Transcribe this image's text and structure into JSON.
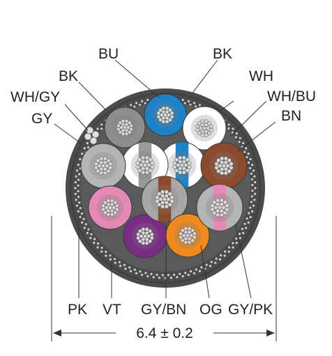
{
  "cores": [
    {
      "id": "bu",
      "label": "BU",
      "color": "#1e82c8",
      "stripe": null
    },
    {
      "id": "bk-top",
      "label": "BK",
      "color": "#8e8e8e",
      "stripe": null
    },
    {
      "id": "wh",
      "label": "WH",
      "color": "#ffffff",
      "stripe": null
    },
    {
      "id": "wh-bu",
      "label": "WH/BU",
      "color": "#ffffff",
      "stripe": "#1e82c8"
    },
    {
      "id": "bn",
      "label": "BN",
      "color": "#8b4a2c",
      "stripe": null
    },
    {
      "id": "bk-left",
      "label": "BK",
      "color": "#8e8e8e",
      "stripe": null
    },
    {
      "id": "wh-gy",
      "label": "WH/GY",
      "color": "#ffffff",
      "stripe": "#9a9a9a"
    },
    {
      "id": "gy",
      "label": "GY",
      "color": "#b5b5b5",
      "stripe": null
    },
    {
      "id": "pk",
      "label": "PK",
      "color": "#e58ab6",
      "stripe": null
    },
    {
      "id": "vt",
      "label": "VT",
      "color": "#7b2d86",
      "stripe": null
    },
    {
      "id": "gy-bn",
      "label": "GY/BN",
      "color": "#a8a8a8",
      "stripe": "#8b4a2c"
    },
    {
      "id": "og",
      "label": "OG",
      "color": "#f08a1e",
      "stripe": null
    },
    {
      "id": "gy-pk",
      "label": "GY/PK",
      "color": "#b5b5b5",
      "stripe": "#e58ab6"
    }
  ],
  "dimension": {
    "text": "6.4 ± 0.2"
  },
  "colors": {
    "jacket": "#4b4b4b",
    "inner": "#5a5a5a",
    "conductor": "#d8d8d8",
    "leader": "#333333"
  }
}
